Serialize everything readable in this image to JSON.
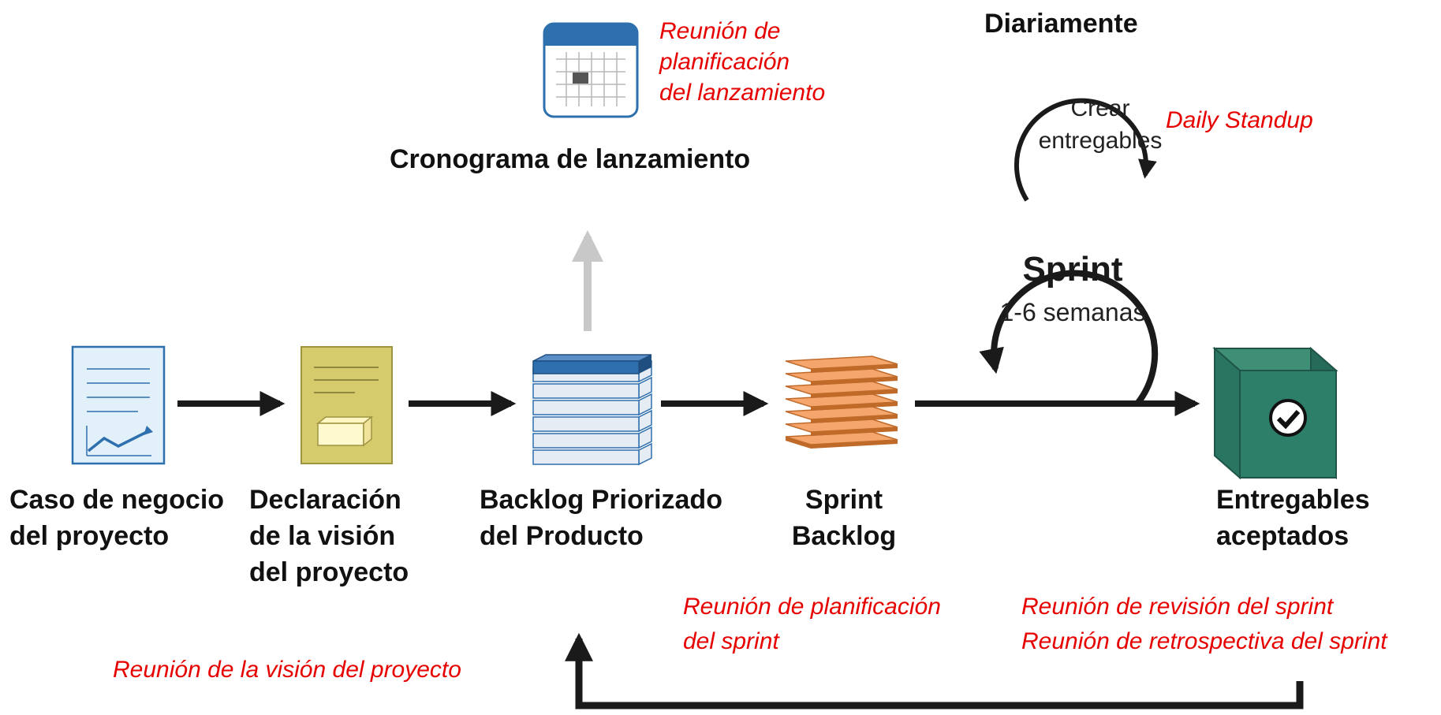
{
  "labels": {
    "business_case": [
      "Caso de negocio",
      "del proyecto"
    ],
    "vision_statement": [
      "Declaración",
      "de la visión",
      "del proyecto"
    ],
    "prioritized_backlog": [
      "Backlog Priorizado",
      "del Producto"
    ],
    "sprint_backlog": [
      "Sprint",
      "Backlog"
    ],
    "accepted_deliverables": [
      "Entregables",
      "aceptados"
    ],
    "release_schedule": "Cronograma de lanzamiento",
    "daily": "Diariamente",
    "create_deliverables": [
      "Crear",
      "entregables"
    ],
    "sprint_title": "Sprint",
    "sprint_duration": "1-6 semanas"
  },
  "meetings": {
    "release_planning": [
      "Reunión de",
      "planificación",
      "del lanzamiento"
    ],
    "daily_standup": "Daily Standup",
    "sprint_planning": [
      "Reunión de planificación",
      "del sprint"
    ],
    "review_retro": [
      "Reunión de revisión del sprint",
      "Reunión de retrospectiva del sprint"
    ],
    "vision_meeting": "Reunión de la visión del proyecto"
  },
  "colors": {
    "meeting_text": "#e60000",
    "arrow": "#1a1a1a",
    "gray_arrow": "#c8c8c8",
    "calendar_header": "#2e6fae",
    "document_fill": "#e2f0f9",
    "vision_fill": "#d6cb6c",
    "backlog_top": "#2e6fae",
    "sprint_layer": "#f4a66c",
    "box_fill": "#2e7f6a"
  }
}
